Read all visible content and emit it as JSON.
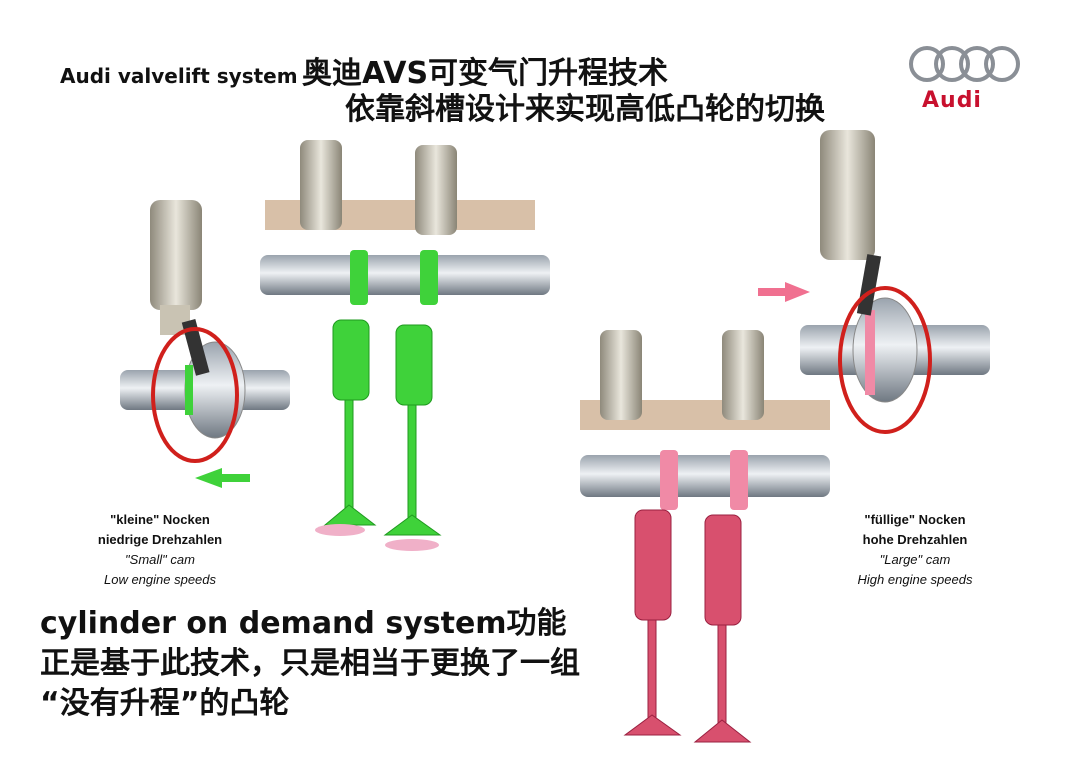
{
  "header": {
    "title_en": "Audi valvelift system",
    "title_cn_line1": "奥迪AVS可变气门升程技术",
    "title_cn_line2": "依靠斜槽设计来实现高低凸轮的切换"
  },
  "logo": {
    "text": "Audi",
    "color": "#c8102e"
  },
  "left_caption": {
    "de_line1": "\"kleine\" Nocken",
    "de_line2": "niedrige Drehzahlen",
    "en_line1": "\"Small\" cam",
    "en_line2": "Low engine speeds"
  },
  "right_caption": {
    "de_line1": "\"füllige\" Nocken",
    "de_line2": "hohe Drehzahlen",
    "en_line1": "\"Large\" cam",
    "en_line2": "High engine speeds"
  },
  "bottom_text": {
    "line1": "cylinder on demand system功能",
    "line2": "正是基于此技术，只是相当于更换了一组",
    "line3": "“没有升程”的凸轮"
  },
  "colors": {
    "small_cam": "#3fd23a",
    "large_cam": "#d8506e",
    "highlight_circle": "#d0201c",
    "arrow_pink": "#f07090"
  }
}
